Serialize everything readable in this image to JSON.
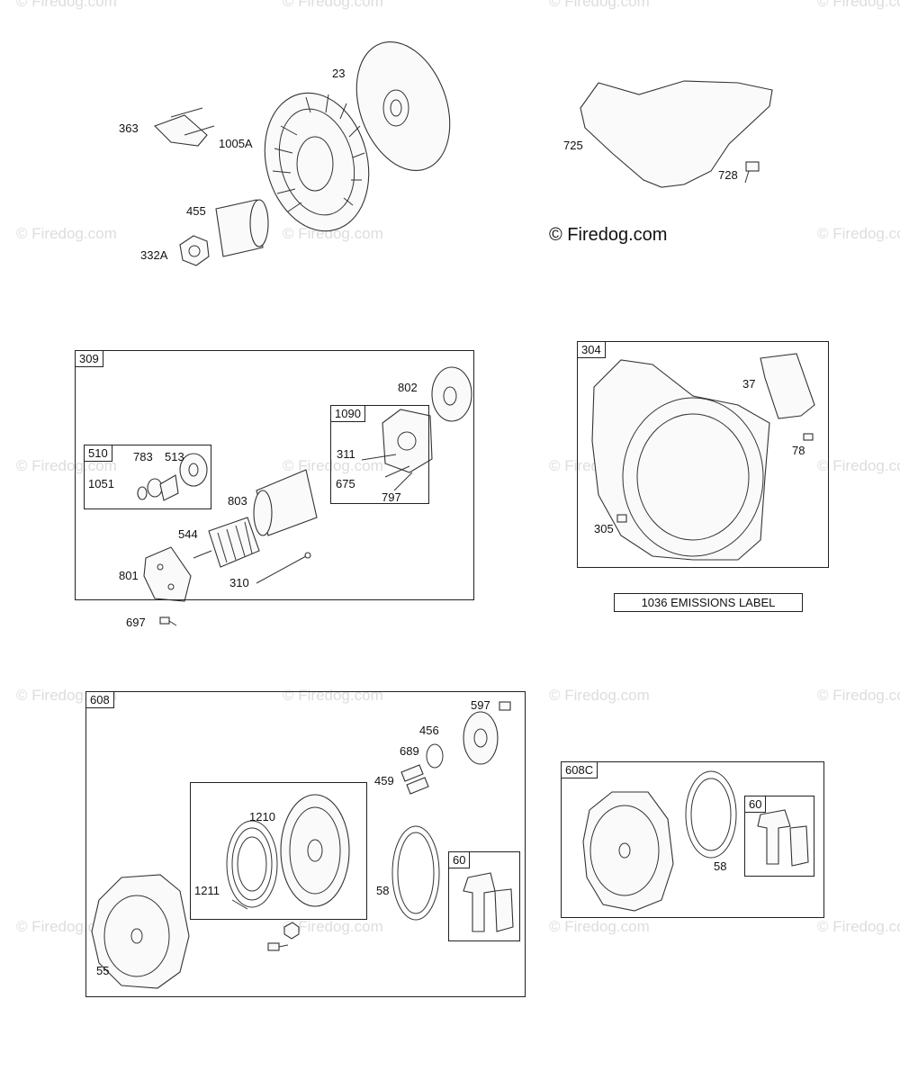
{
  "watermark": "© Firedog.com",
  "copyright": "© Firedog.com",
  "emissions_label": "1036 EMISSIONS LABEL",
  "groups": {
    "g309": "309",
    "g510": "510",
    "g1090": "1090",
    "g304": "304",
    "g608": "608",
    "g608c": "608C",
    "g1210box": "",
    "g60a": "60",
    "g60b": "60"
  },
  "labels": {
    "p23": "23",
    "p363": "363",
    "p1005A": "1005A",
    "p455": "455",
    "p332A": "332A",
    "p725": "725",
    "p728": "728",
    "p802": "802",
    "p783": "783",
    "p513": "513",
    "p1051": "1051",
    "p311": "311",
    "p675": "675",
    "p797": "797",
    "p803": "803",
    "p544": "544",
    "p801": "801",
    "p310": "310",
    "p697": "697",
    "p37": "37",
    "p78": "78",
    "p305": "305",
    "p597": "597",
    "p456": "456",
    "p689": "689",
    "p459": "459",
    "p1210": "1210",
    "p1211": "1211",
    "p58a": "58",
    "p55": "55",
    "p58b": "58"
  }
}
